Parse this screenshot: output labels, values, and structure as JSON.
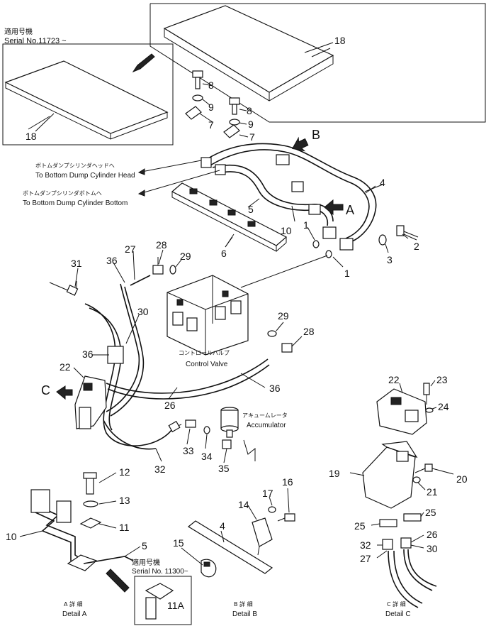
{
  "serial_top": {
    "jp": "適用号機",
    "en": "Serial No.11723 ~"
  },
  "serial_detail_a": {
    "jp": "適用号機",
    "en": "Serial No. 11300~"
  },
  "destinations": {
    "head_jp": "ボトムダンプシリンダヘッドへ",
    "head_en": "To Bottom Dump Cylinder Head",
    "bottom_jp": "ボトムダンプシリンダボトムへ",
    "bottom_en": "To Bottom Dump Cylinder Bottom"
  },
  "components": {
    "control_valve_jp": "コントロールバルブ",
    "control_valve_en": "Control Valve",
    "accumulator_jp": "アキュームレータ",
    "accumulator_en": "Accumulator"
  },
  "view_arrows": {
    "a": "A",
    "b": "B",
    "c": "C"
  },
  "details": {
    "a_jp": "A 詳 細",
    "a_en": "Detail A",
    "b_jp": "B 詳 細",
    "b_en": "Detail B",
    "c_jp": "C 詳 細",
    "c_en": "Detail C"
  },
  "callouts": {
    "c18a": "18",
    "c18b": "18",
    "c8a": "8",
    "c9a": "9",
    "c8b": "8",
    "c9b": "9",
    "c7a": "7",
    "c7b": "7",
    "c4": "4",
    "c5": "5",
    "c10": "10",
    "c6": "6",
    "c1a": "1",
    "c1b": "1",
    "c2": "2",
    "c3": "3",
    "c31": "31",
    "c36a": "36",
    "c27": "27",
    "c28a": "28",
    "c29a": "29",
    "c30": "30",
    "c36b": "36",
    "c22a": "22",
    "c26": "26",
    "c36c": "36",
    "c29b": "29",
    "c28b": "28",
    "c33": "33",
    "c34": "34",
    "c35": "35",
    "c32a": "32",
    "c22b": "22",
    "c23": "23",
    "c24": "24",
    "c19": "19",
    "c20": "20",
    "c21": "21",
    "c25a": "25",
    "c25b": "25",
    "c26b": "26",
    "c32b": "32",
    "c30b": "30",
    "c27b": "27",
    "c12": "12",
    "c13": "13",
    "c11": "11",
    "c10b": "10",
    "c5b": "5",
    "c11A": "11A",
    "c4b": "4",
    "c14": "14",
    "c17": "17",
    "c16": "16",
    "c15": "15"
  }
}
